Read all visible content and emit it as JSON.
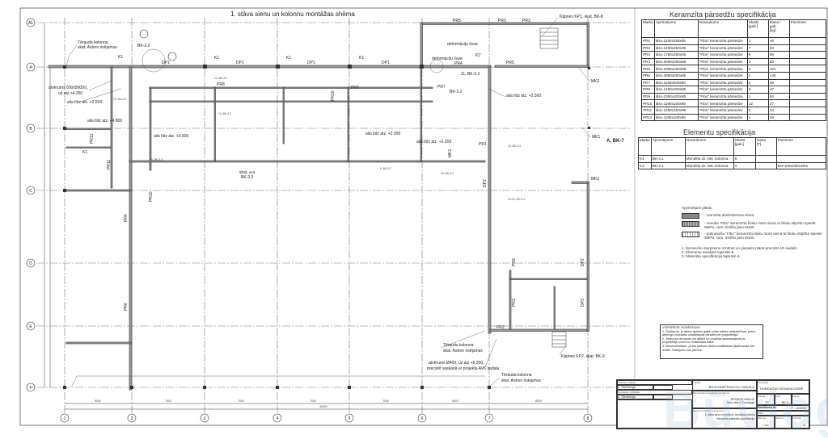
{
  "plan": {
    "title": "1. stāva sienu un kolonnu montāžas shēma",
    "axes_rows": [
      "A1",
      "A",
      "B",
      "C",
      "D",
      "E",
      "F"
    ],
    "axes_cols": [
      "1",
      "2",
      "3",
      "4",
      "5",
      "6",
      "7",
      "8"
    ],
    "dims_bottom": [
      "8500",
      "7000",
      "7000",
      "7000",
      "7000",
      "6500",
      "8500"
    ],
    "dim_total": "50500",
    "labels": [
      "Tērauda kolonna",
      "skat. Astron risējumus",
      "BK-3.2",
      "K1",
      "DP1",
      "K1",
      "DP1",
      "K1",
      "DP1",
      "K1",
      "DP1",
      "atvērums 600x500(h),",
      "uz atz.+4.250",
      "aila līdz atz. +2.500",
      "aila līdz atz. +4.800",
      "aila līdz atz. +2.200",
      "aila līdz atz. +2.200",
      "aila līdz atz. +2.200",
      "PR5",
      "PR3",
      "PR3",
      "Kāpnes KP1, skat. BK-8",
      "deformāciju šuve",
      "deformāciju šuve",
      "PR4",
      "K1'",
      "PR5",
      "MK2",
      "aila līdz atz. +2.500",
      "PR7",
      "BK-3.2",
      "MK1",
      "A, BK-7",
      "MK2",
      "skat. a-a",
      "BK-3.3",
      "PR8",
      "Tērauda kolonna",
      "skat. Astron risējumus",
      "atvērums Ø400, uz atz.+6.200,",
      "precizēt saskaņā ar projekta AVK sadaļu",
      "Tērauda kolonna",
      "skat. Astron risējumus",
      "Kāpnes KP2, skat. BK-9",
      "PR2",
      "PR6",
      "PR6",
      "PR8",
      "PR3",
      "PR10",
      "PR10",
      "PR11",
      "PR12",
      "DP2",
      "DP2",
      "DP3",
      "PR9",
      "MK1",
      "PR1",
      "K1",
      "11, BK-3.3",
      "13, BK-3.4",
      "12, BK-3.3",
      "10, BK-3.2",
      "15, BK-3.4",
      "14, BK-3.4",
      "9, BK-3.2",
      "15, BK-3.4",
      "13-15, BK-3.4"
    ]
  },
  "ceramic_spec": {
    "title": "Keramzīta pārsedžu specifikācija",
    "headers": [
      "Marka",
      "Apzīmējums",
      "Nosaukums",
      "Skaits\n[gab.]",
      "Masa / gab.\n[kg]",
      "Piezīmes"
    ],
    "rows": [
      [
        "PR1",
        "ldst=1190x250x85",
        "\"Fibo\" keramzīta pārsedze",
        "1",
        "46",
        ""
      ],
      [
        "PR2",
        "ldst=1490x250x85",
        "\"Fibo\" keramzīta pārsedze",
        "7",
        "58",
        ""
      ],
      [
        "PR3",
        "ldst=1790x250x85",
        "\"Fibo\" keramzīta pārsedze",
        "8",
        "69",
        ""
      ],
      [
        "PR4",
        "ldst=2090x250x85",
        "\"Fibo\" keramzīta pārsedze",
        "1",
        "88",
        ""
      ],
      [
        "PR5",
        "ldst=2390x250x85",
        "\"Fibo\" keramzīta pārsedze",
        "3",
        "101",
        ""
      ],
      [
        "PR6",
        "ldst=2990x250x85",
        "\"Fibo\" keramzīta pārsedze",
        "2",
        "145",
        ""
      ],
      [
        "PR7",
        "ldst=1190x200x85",
        "\"Fibo\" keramzīta pārsedze",
        "2",
        "38",
        ""
      ],
      [
        "PR8",
        "ldst=1490x200x85",
        "\"Fibo\" keramzīta pārsedze",
        "3",
        "47",
        ""
      ],
      [
        "PR9",
        "ldst=2390x200x85",
        "\"Fibo\" keramzīta pārsedze",
        "1",
        "84",
        ""
      ],
      [
        "PR10",
        "ldst=1190x150x85",
        "\"Fibo\" keramzīta pārsedze",
        "12",
        "27",
        ""
      ],
      [
        "PR11",
        "ldst=1490x150x85",
        "\"Fibo\" keramzīta pārsedze",
        "2",
        "34",
        ""
      ],
      [
        "PR12",
        "ldst=1190x100x85",
        "\"Fibo\" keramzīta pārsedze",
        "1",
        "19",
        ""
      ]
    ]
  },
  "element_spec": {
    "title": "Elementu specifikācija",
    "headers": [
      "Marka",
      "Apzīmējums",
      "Nosaukums",
      "Skaits\n[gab.]",
      "Masa\n[T]",
      "Piezīmes"
    ],
    "rows": [
      [
        "K1",
        "BK-3.1",
        "Monolīta dz.-bet. kolonna",
        "5",
        "",
        ""
      ],
      [
        "K1'",
        "BK-3.1",
        "Monolīta dz.-bet. kolonna",
        "1",
        "",
        "bez enkurskrūvēm"
      ]
    ]
  },
  "legend": {
    "title": "Apzīmējumi plānā:",
    "items": [
      "- monolīta dzelzsbetona siena",
      "- nesoša \"Fibo\" keramzīta bloku mūra siena ar bloku stiprību spiedē 5MPa, cem.-smilšu javu M100.",
      "- pašnesoša \"Fibo\" keramzīta bloku mūra siena ar bloku stiprību spiedē 3MPa, cem.-smilšu javu M100."
    ],
    "notes": [
      "1. Nenesošo starpsienu izmērus un piesaisti plānā precizēt AR sadaļā.",
      "2. Elementu saraksts lapā BK-6.",
      "3. Materiālu specifikācija lapā BK-5."
    ]
  },
  "general_notes": {
    "title": "VISPĀRĒJIE NORĀDĪJUMI",
    "items": [
      "1. Gadījumā, ja darba izpildes gaitā rodas kādas neskaidrības, pirms attiecīgo būvdarbu uzsākšanas vērsties pie projektētāja.",
      "2. Jebkuras izmaiņas var atšķirt no projekta saskaņojamas ar projektētāju pirms to realizācijas dabā.",
      "3. Būvuzņēmējam, pirms jebkura darba uzsākšanas jāpārbauda visi izmēri. Rasējums nav jāmēro."
    ]
  },
  "title_block": {
    "lbl_lead": "Sadaļas vadītājs",
    "lead_name": "A. Šteinberga",
    "lbl_tech": "Tehniskais izpildītājs",
    "tech_name": "A. Šteinberga",
    "lbl_section": "Sadaļa",
    "section": "BŪVKONSTRUKCIJU SADAĻA",
    "lbl_client": "Pasūtītājs",
    "client": "DUNDAGAS NOVADA DOME",
    "lbl_object": "Būvobjekta nosaukums un adrese",
    "object": "SPORTA HALLE",
    "address": "Talsu iela 4, Dundaga",
    "lbl_stage": "Stadija",
    "stage": "TP",
    "lbl_sheet": "Lapa",
    "sheet": "BK-3",
    "lbl_sheets": "Lapas",
    "lbl_order": "Pasūtījuma Nr.",
    "order": "P - 10/2010",
    "lbl_drawing": "Rasējuma lapas nosaukums",
    "drawing": "1. stāva sienu un kolonnu montāžas shēma",
    "drawing2": "Keramzīta pārsedžu specifikācija",
    "lbl_file": "Faila",
    "lbl_scale": "Mērogs",
    "scale": "1:100",
    "lbl_date": "Datums",
    "lbl_format": "Formāts",
    "format": "A1"
  },
  "watermark": "Būvlogs"
}
